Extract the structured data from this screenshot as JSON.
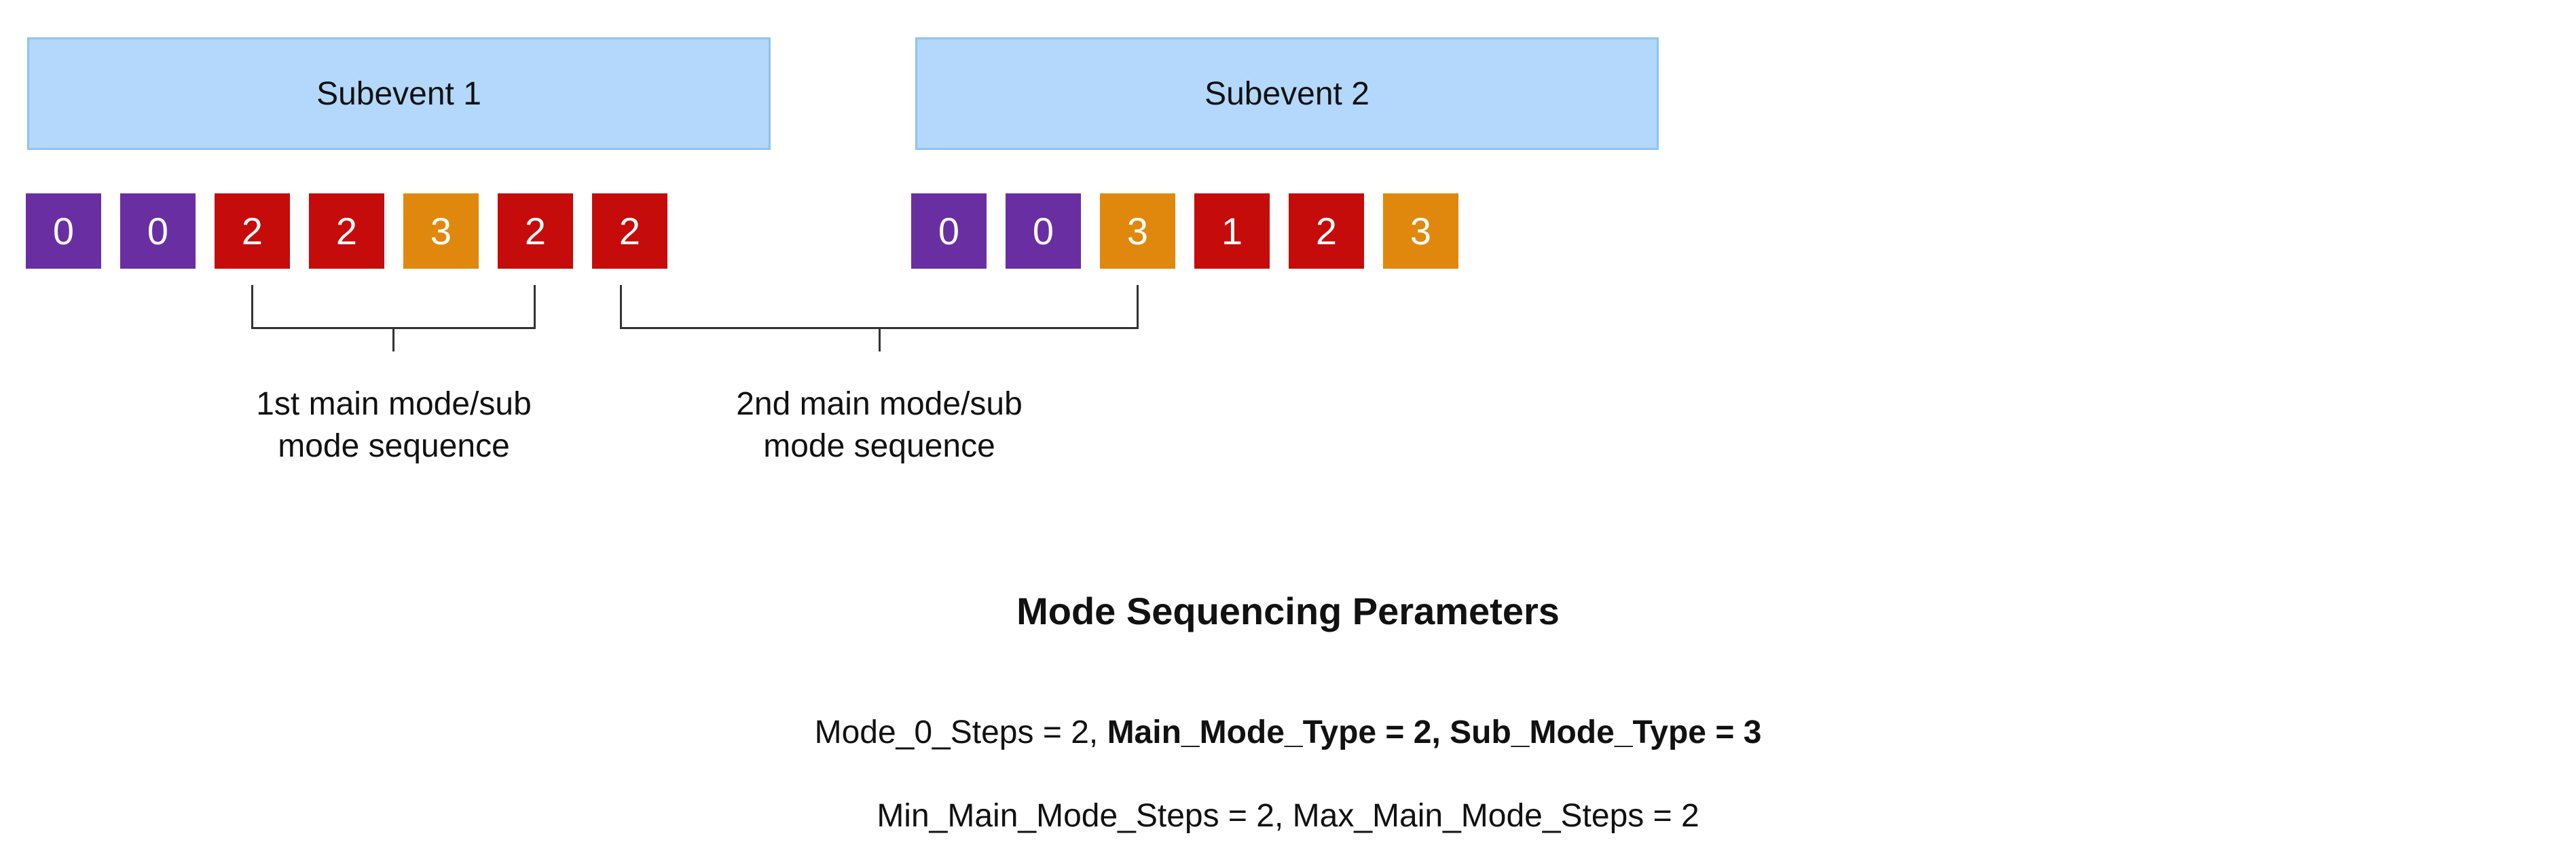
{
  "subevents": [
    {
      "label": "Subevent 1"
    },
    {
      "label": "Subevent 2"
    }
  ],
  "colors": {
    "mode_0": "#6a2ea3",
    "mode_1": "#c60b0b",
    "mode_2": "#c60b0b",
    "mode_3": "#e0880d",
    "subevent_fill": "#b3d8fb",
    "subevent_border": "#8fc3f2"
  },
  "steps": [
    {
      "value": "0",
      "mode": "mode_0"
    },
    {
      "value": "0",
      "mode": "mode_0"
    },
    {
      "value": "2",
      "mode": "mode_2"
    },
    {
      "value": "2",
      "mode": "mode_2"
    },
    {
      "value": "3",
      "mode": "mode_3"
    },
    {
      "value": "2",
      "mode": "mode_2"
    },
    {
      "value": "2",
      "mode": "mode_2"
    },
    {
      "value": "0",
      "mode": "mode_0"
    },
    {
      "value": "0",
      "mode": "mode_0"
    },
    {
      "value": "3",
      "mode": "mode_3"
    },
    {
      "value": "1",
      "mode": "mode_1"
    },
    {
      "value": "2",
      "mode": "mode_2"
    },
    {
      "value": "3",
      "mode": "mode_3"
    }
  ],
  "sequences": [
    {
      "line1": "1st main mode/sub",
      "line2": "mode sequence"
    },
    {
      "line1": "2nd main mode/sub",
      "line2": "mode sequence"
    }
  ],
  "parameters": {
    "title": "Mode Sequencing Perameters",
    "line1_plain": "Mode_0_Steps = 2, ",
    "line1_bold": "Main_Mode_Type = 2, Sub_Mode_Type = 3",
    "line2": "Min_Main_Mode_Steps = 2, Max_Main_Mode_Steps = 2"
  }
}
